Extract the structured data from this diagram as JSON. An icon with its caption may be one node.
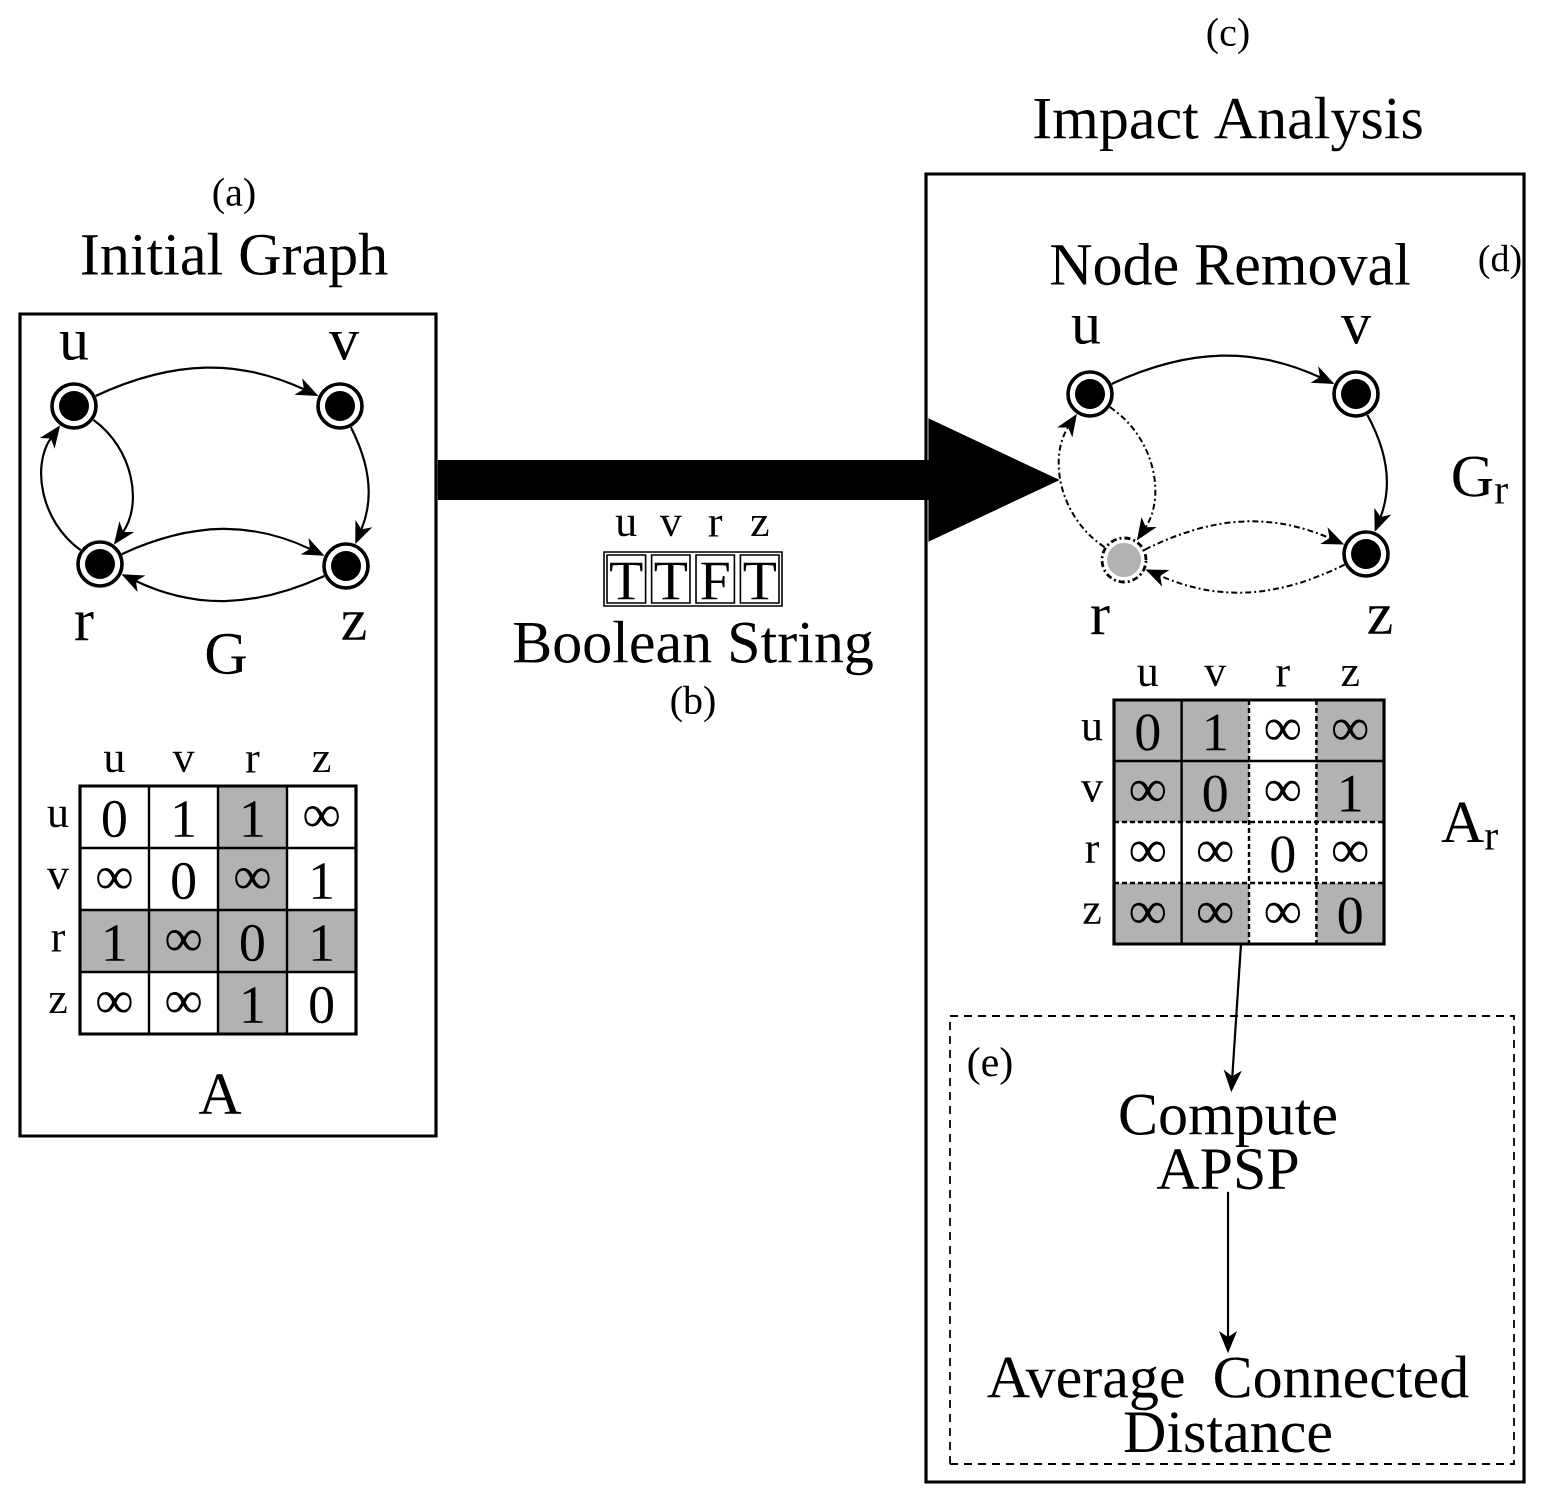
{
  "diagram": {
    "nodes": [
      {
        "text": [
          "Initial Graph"
        ],
        "beside": [
          "(a)"
        ]
      },
      {
        "text": [
          "u"
        ],
        "in": 0
      },
      {
        "text": [
          "v"
        ],
        "in": 0
      },
      {
        "text": [
          "r"
        ],
        "in": 0
      },
      {
        "text": [
          "z"
        ],
        "in": 0
      },
      {
        "text": [
          "u",
          "v",
          "r",
          "z",
          "u",
          "0",
          "1",
          "1",
          "∞",
          "v",
          "∞",
          "0",
          "∞",
          "1",
          "r",
          "1",
          "∞",
          "0",
          "1",
          "z",
          "∞",
          "∞",
          "1",
          "0"
        ],
        "beside": [
          "A"
        ],
        "in": 0
      },
      {
        "text": [
          "T",
          "T",
          "F",
          "T"
        ],
        "beside": [
          "u",
          "v",
          "r",
          "z",
          "Boolean String",
          "(b)"
        ]
      },
      {
        "text": [
          "Impact Analysis"
        ],
        "beside": [
          "(c)"
        ]
      },
      {
        "text": [
          "u"
        ],
        "in": 7
      },
      {
        "text": [
          "v"
        ],
        "in": 7
      },
      {
        "text": [
          "r"
        ],
        "in": 7
      },
      {
        "text": [
          "z"
        ],
        "in": 7
      },
      {
        "text": [
          "u",
          "v",
          "r",
          "z",
          "u",
          "0",
          "1",
          "∞",
          "∞",
          "v",
          "∞",
          "0",
          "∞",
          "1",
          "r",
          "∞",
          "∞",
          "0",
          "∞",
          "z",
          "∞",
          "∞",
          "∞",
          "0"
        ],
        "beside": [
          "A$_{r}$"
        ],
        "in": 7
      },
      {
        "text": [
          "(e)"
        ],
        "in": 7
      },
      {
        "text": [
          "Compute APSP"
        ],
        "in": 13
      },
      {
        "text": [
          "Average Connected Distance"
        ],
        "in": 13
      }
    ],
    "edges": [
      {
        "from": 1,
        "to": 2,
        "arrow": "to"
      },
      {
        "from": 2,
        "to": 4,
        "arrow": "to"
      },
      {
        "from": 3,
        "to": 4,
        "arrow": "to"
      },
      {
        "from": 4,
        "to": 3,
        "arrow": "to"
      },
      {
        "from": 1,
        "to": 3,
        "arrow": "to"
      },
      {
        "from": 3,
        "to": 1,
        "arrow": "to"
      },
      {
        "from": 0,
        "to": 7,
        "arrow": "to",
        "style": "thick"
      },
      {
        "from": 8,
        "to": 9,
        "arrow": "to"
      },
      {
        "from": 9,
        "to": 11,
        "arrow": "to"
      },
      {
        "from": 8,
        "to": 10,
        "arrow": "to",
        "style": "dashed"
      },
      {
        "from": 10,
        "to": 8,
        "arrow": "to",
        "style": "dashed"
      },
      {
        "from": 10,
        "to": 11,
        "arrow": "to",
        "style": "dashed"
      },
      {
        "from": 11,
        "to": 10,
        "arrow": "to",
        "style": "dashed"
      },
      {
        "from": 12,
        "to": 14,
        "arrow": "to"
      },
      {
        "from": 14,
        "to": 15,
        "arrow": "to"
      }
    ],
    "labels": [
      "G",
      "Node Removal",
      "(d)",
      "G$_{r}$"
    ]
  }
}
